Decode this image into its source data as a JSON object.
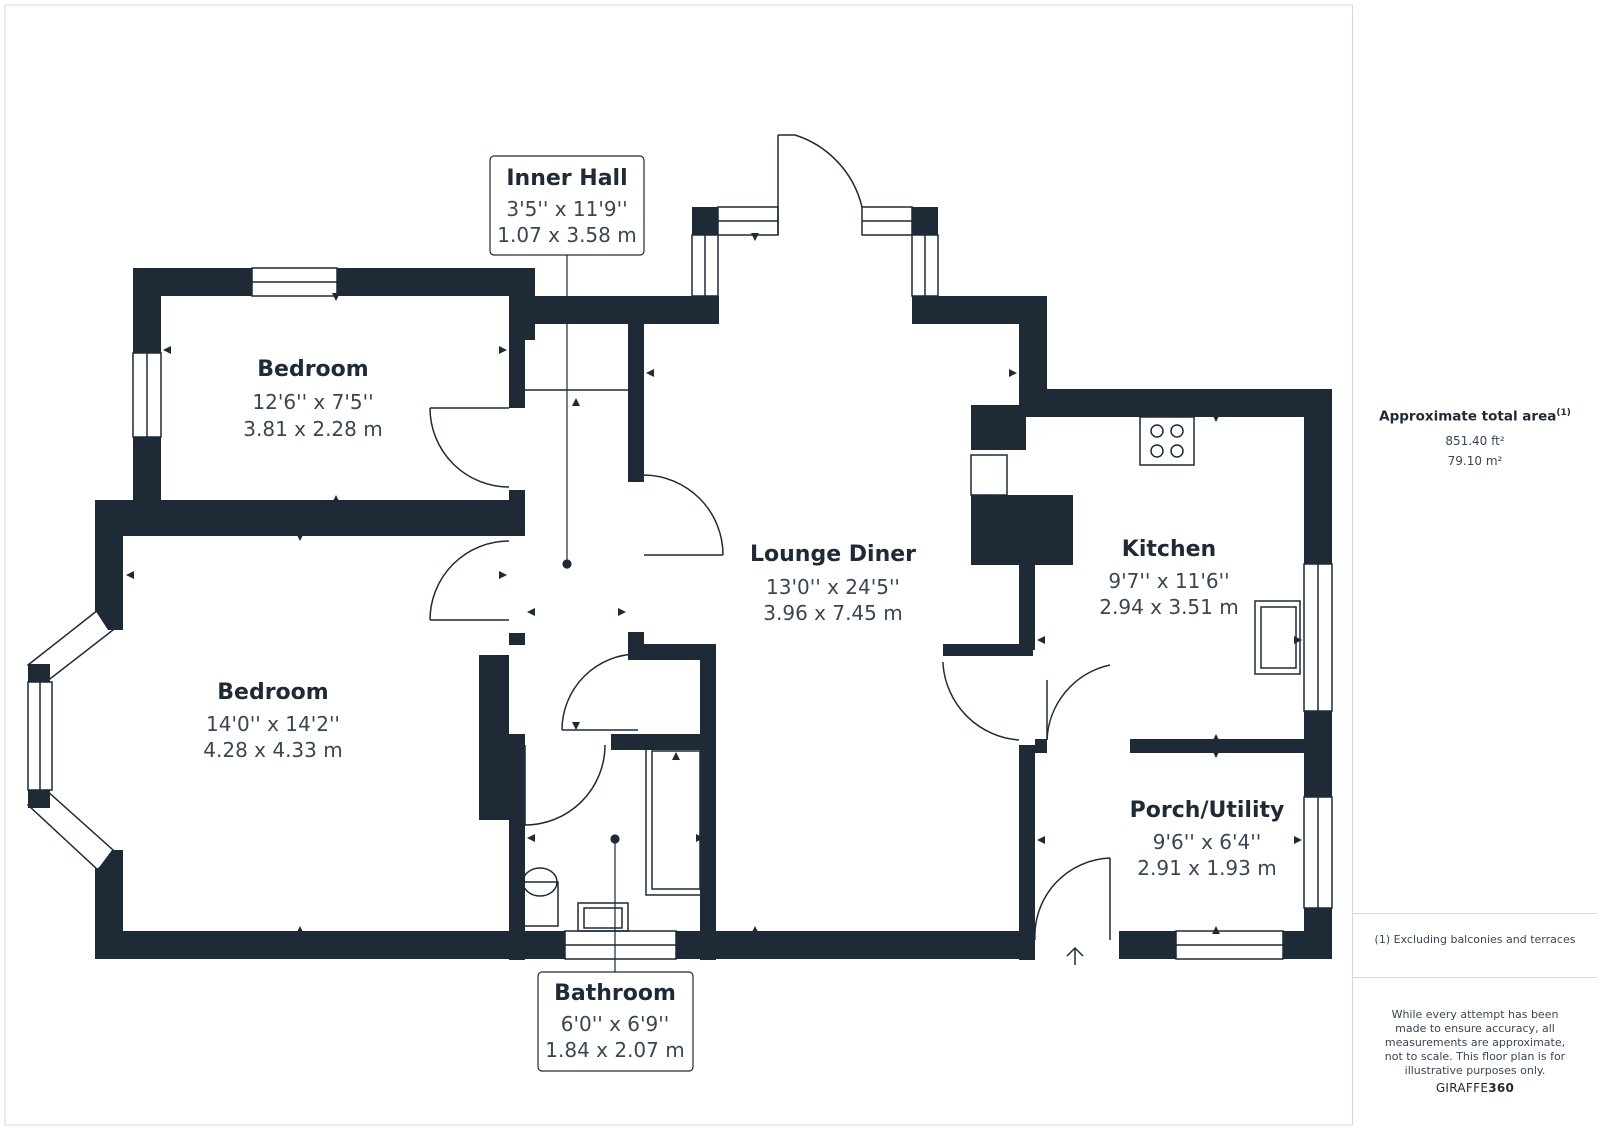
{
  "rooms": {
    "inner_hall": {
      "name": "Inner Hall",
      "imperial": "3'5'' x 11'9''",
      "metric": "1.07 x 3.58 m"
    },
    "bedroom_1": {
      "name": "Bedroom",
      "imperial": "12'6'' x 7'5''",
      "metric": "3.81 x 2.28 m"
    },
    "bedroom_2": {
      "name": "Bedroom",
      "imperial": "14'0'' x 14'2''",
      "metric": "4.28 x 4.33 m"
    },
    "lounge_diner": {
      "name": "Lounge Diner",
      "imperial": "13'0'' x 24'5''",
      "metric": "3.96 x 7.45 m"
    },
    "kitchen": {
      "name": "Kitchen",
      "imperial": "9'7'' x 11'6''",
      "metric": "2.94 x 3.51 m"
    },
    "porch_utility": {
      "name": "Porch/Utility",
      "imperial": "9'6'' x 6'4''",
      "metric": "2.91 x 1.93 m"
    },
    "bathroom": {
      "name": "Bathroom",
      "imperial": "6'0'' x 6'9''",
      "metric": "1.84 x 2.07 m"
    }
  },
  "summary": {
    "title": "Approximate total area",
    "title_note": "(1)",
    "area_ft": "851.40 ft²",
    "area_m": "79.10 m²",
    "footnote": "(1) Excluding balconies and terraces",
    "disclaimer": "While every attempt has been made to ensure accuracy, all measurements are approximate, not to scale. This floor plan is for illustrative purposes only.",
    "brand_light": "GIRAFFE",
    "brand_bold": "360"
  },
  "colors": {
    "wall": "#1f2a37",
    "background": "#ffffff",
    "border": "#d5d8dc"
  }
}
